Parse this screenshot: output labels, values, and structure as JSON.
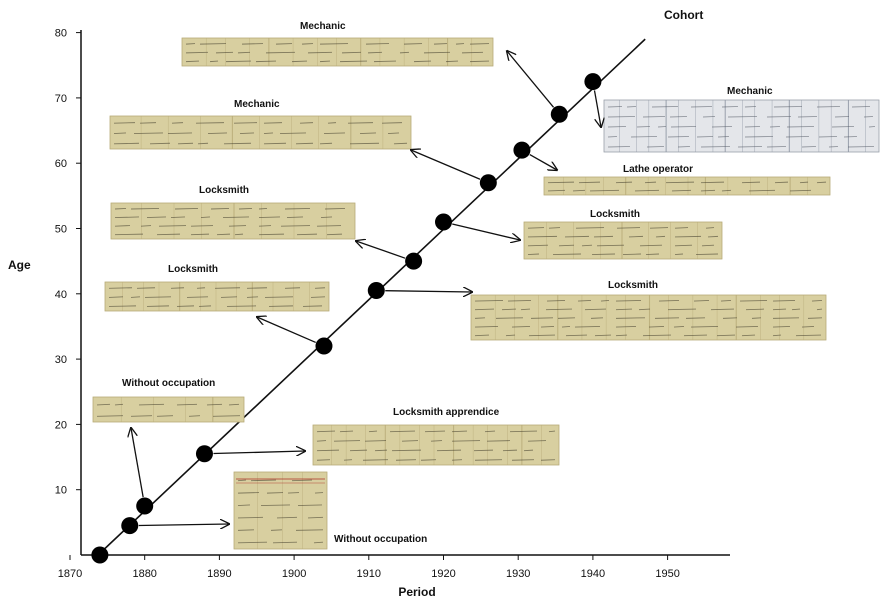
{
  "chart_data": {
    "type": "scatter",
    "title": "",
    "xlabel": "Period",
    "ylabel": "Age",
    "series_label": "Cohort",
    "xlim": [
      1870,
      1960
    ],
    "ylim": [
      0,
      80
    ],
    "xticks": [
      1870,
      1880,
      1890,
      1900,
      1910,
      1920,
      1930,
      1940,
      1950
    ],
    "yticks": [
      10,
      20,
      30,
      40,
      50,
      60,
      70,
      80
    ],
    "points": [
      {
        "x": 1874,
        "y": 0
      },
      {
        "x": 1878,
        "y": 4.5
      },
      {
        "x": 1880,
        "y": 7.5
      },
      {
        "x": 1888,
        "y": 15.5
      },
      {
        "x": 1904,
        "y": 32
      },
      {
        "x": 1911,
        "y": 40.5
      },
      {
        "x": 1916,
        "y": 45
      },
      {
        "x": 1920,
        "y": 51
      },
      {
        "x": 1926,
        "y": 57
      },
      {
        "x": 1930.5,
        "y": 62
      },
      {
        "x": 1935.5,
        "y": 67.5
      },
      {
        "x": 1940,
        "y": 72.5
      }
    ],
    "annotations": [
      {
        "text": "Without occupation",
        "point": 1
      },
      {
        "text": "Without occupation",
        "point": 2
      },
      {
        "text": "Locksmith apprendice",
        "point": 3
      },
      {
        "text": "Locksmith",
        "point": 4
      },
      {
        "text": "Locksmith",
        "point": 5
      },
      {
        "text": "Locksmith",
        "point": 6
      },
      {
        "text": "Locksmith",
        "point": 7
      },
      {
        "text": "Mechanic",
        "point": 8
      },
      {
        "text": "Lathe operator",
        "point": 9
      },
      {
        "text": "Mechanic",
        "point": 10
      },
      {
        "text": "Mechanic",
        "point": 11
      }
    ],
    "colors": {
      "axis": "#111111",
      "marker": "#000000",
      "paper": "#d8cfa0",
      "paper_dark": "#b8ab78",
      "paper_grey": "#e4e6ea",
      "ink": "#3a3526"
    }
  }
}
